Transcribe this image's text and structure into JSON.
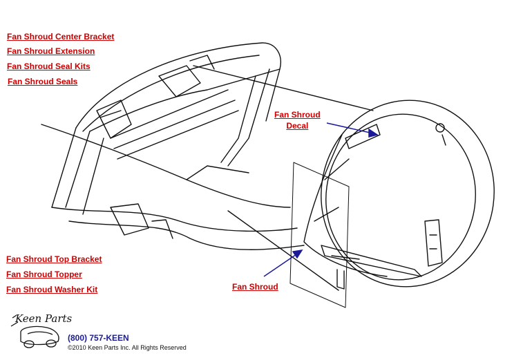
{
  "links_top": [
    {
      "label": "Fan Shroud Center Bracket"
    },
    {
      "label": "Fan Shroud Extension"
    },
    {
      "label": "Fan Shroud Seal Kits"
    },
    {
      "label": "Fan Shroud Seals"
    }
  ],
  "links_bottom": [
    {
      "label": "Fan Shroud Top Bracket"
    },
    {
      "label": "Fan Shroud Topper"
    },
    {
      "label": "Fan Shroud Washer Kit"
    }
  ],
  "callouts": {
    "decal_line1": "Fan Shroud",
    "decal_line2": "Decal",
    "shroud": "Fan Shroud"
  },
  "footer": {
    "logo_text": "Keen Parts",
    "phone": "(800) 757-KEEN",
    "copyright": "©2010 Keen Parts Inc. All Rights Reserved"
  },
  "colors": {
    "link": "#cc0000",
    "arrow": "#1a1a99",
    "line": "#111111"
  }
}
